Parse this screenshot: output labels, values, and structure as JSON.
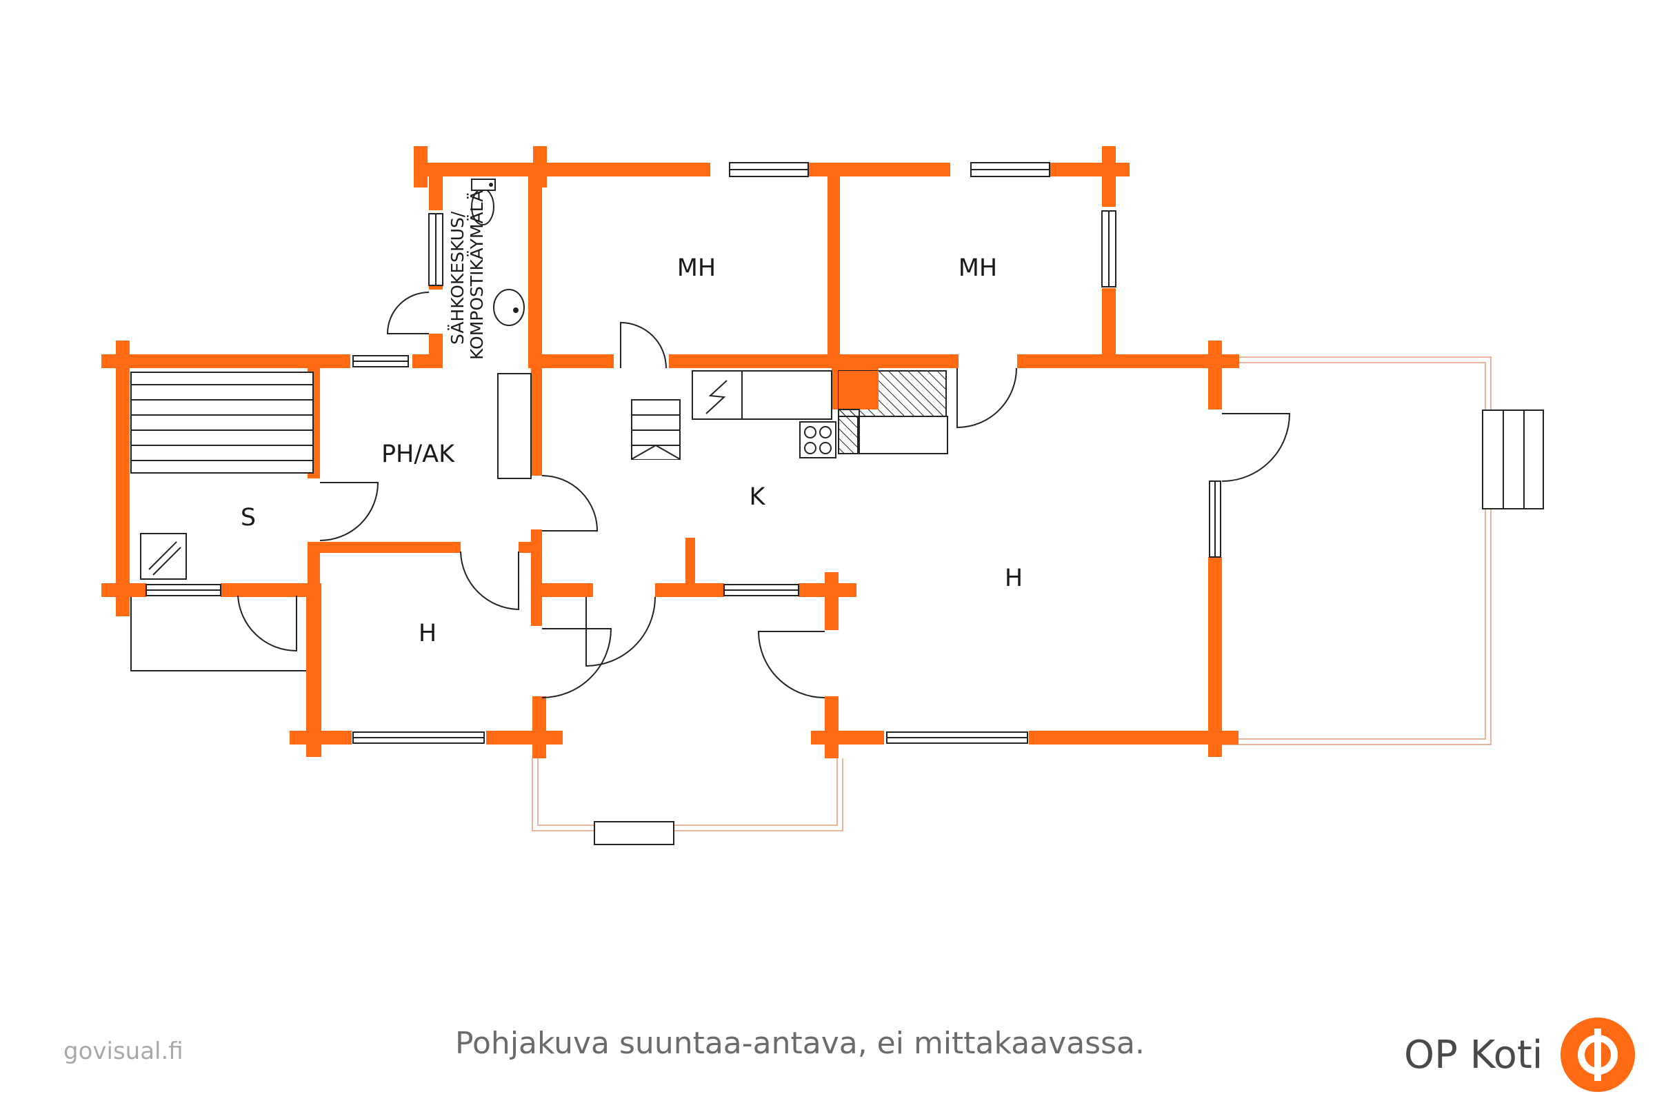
{
  "rooms": {
    "mh_left": "MH",
    "mh_right": "MH",
    "ph_ak": "PH/AK",
    "s": "S",
    "k": "K",
    "h_small": "H",
    "h_large": "H",
    "utility_line1": "SÄHKOKESKUS/",
    "utility_line2": "KOMPOSTIKÄYMÄLÄ"
  },
  "footer": {
    "disclaimer": "Pohjakuva suuntaa-antava, ei mittakaavassa.",
    "credit": "govisual.fi",
    "brand": "OP Koti"
  },
  "colors": {
    "wall": "#ff6a13",
    "line": "#222222",
    "terrace": "#e9b49a",
    "footer_text": "#6b6b6b",
    "credit_text": "#a8a8a8",
    "brand_text": "#4a4a4a"
  },
  "icons": [
    "electric-stove-icon",
    "toilet-icon",
    "sink-icon",
    "stove-burners-icon",
    "op-logo-icon"
  ]
}
